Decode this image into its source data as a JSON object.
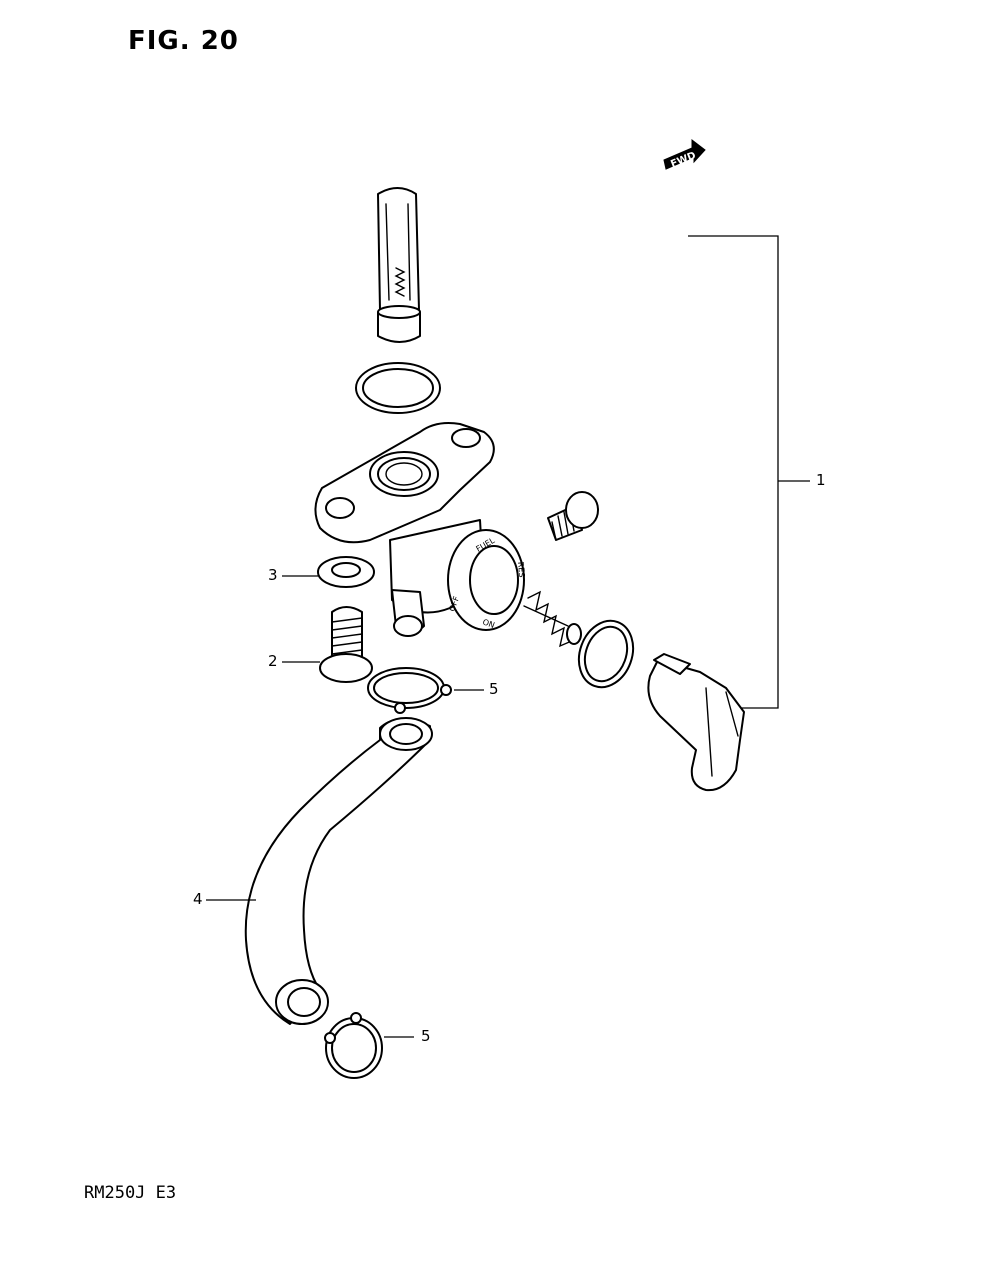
{
  "figure": {
    "title": "FIG. 20",
    "model": "RM250J  E3"
  },
  "fwd": {
    "label": "FWD"
  },
  "valve_ring": {
    "fuel": "FUEL",
    "off": "OFF",
    "on": "ON",
    "res": "RES"
  },
  "callouts": {
    "c1": "1",
    "c2": "2",
    "c3": "3",
    "c4": "4",
    "c5a": "5",
    "c5b": "5"
  }
}
